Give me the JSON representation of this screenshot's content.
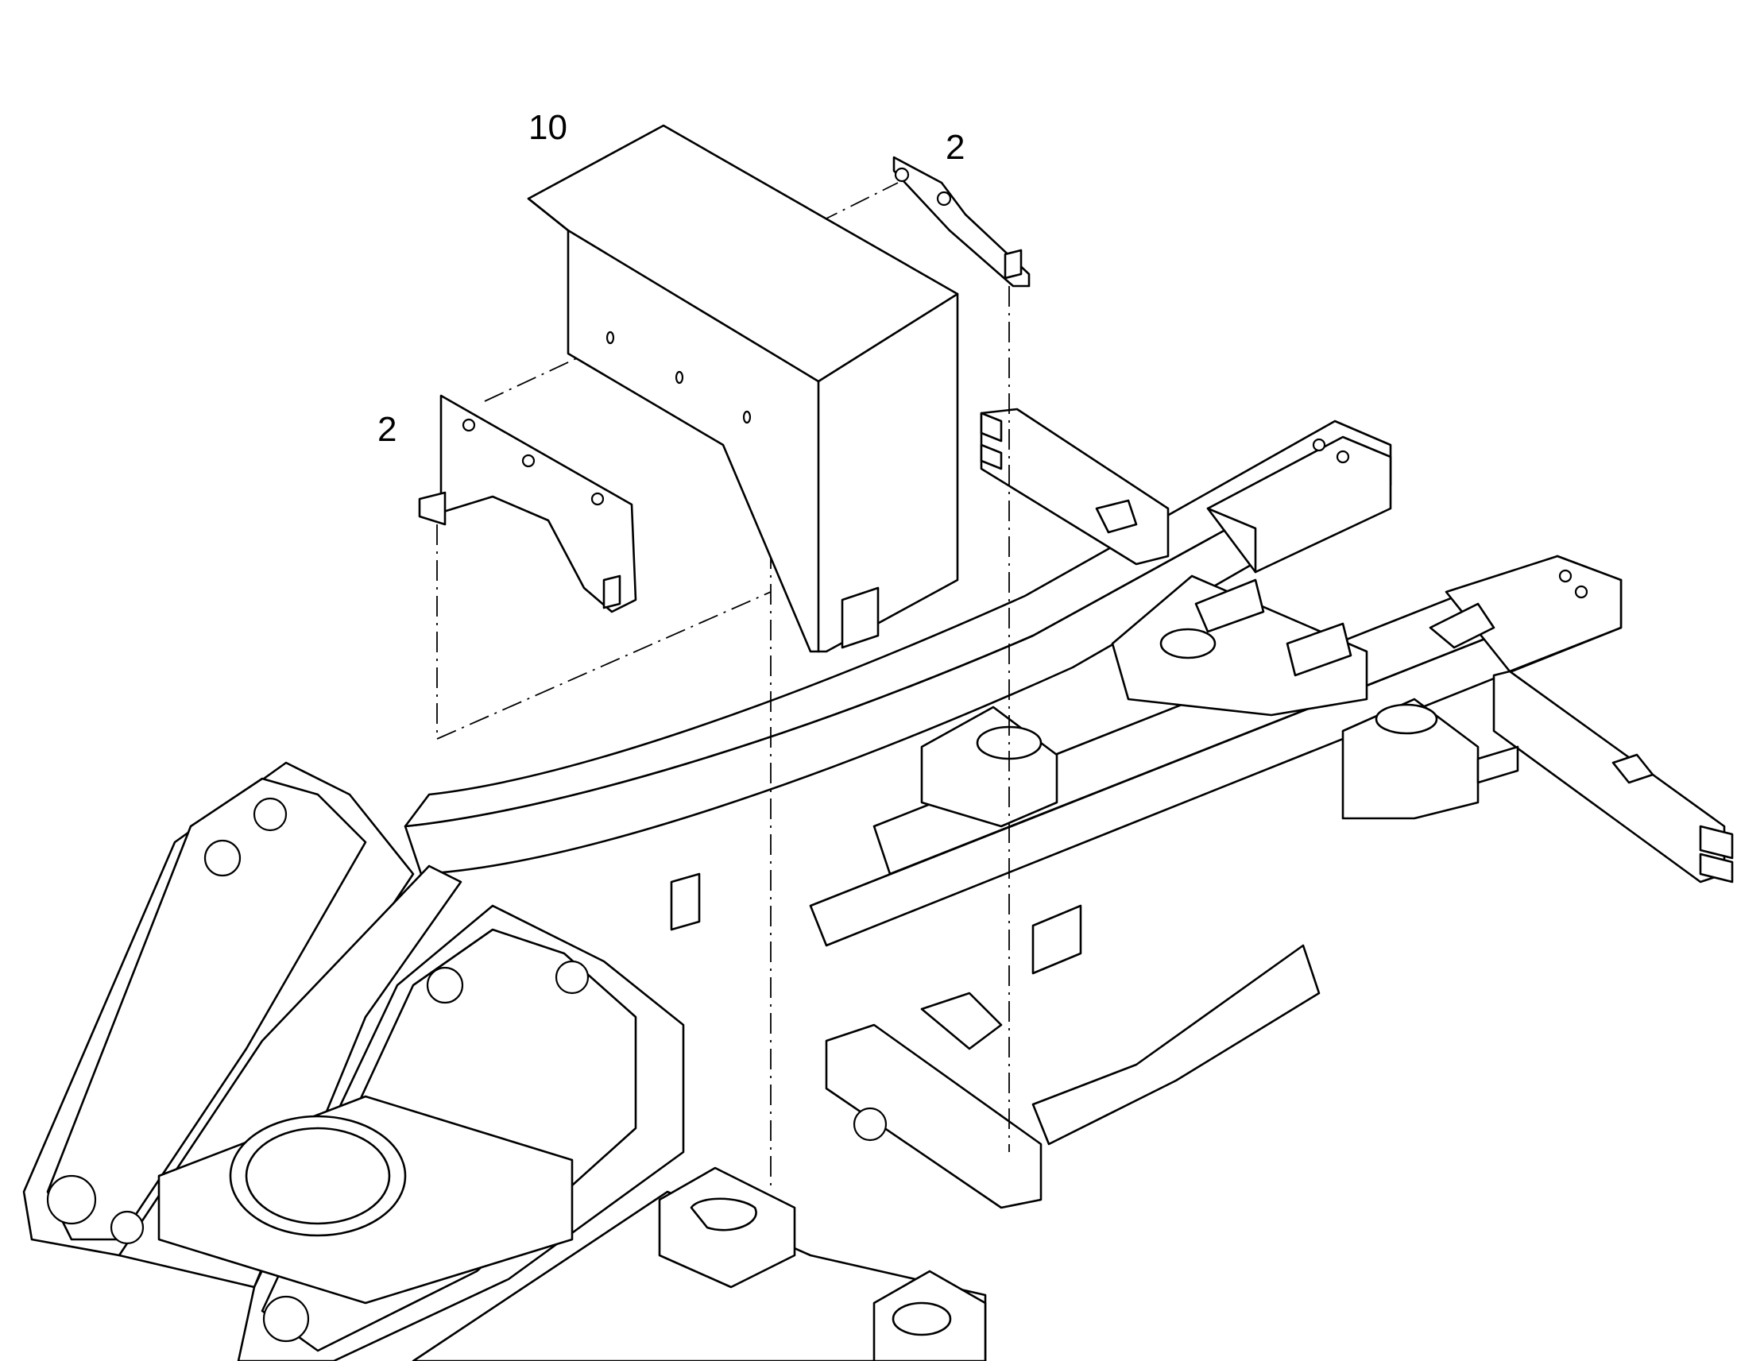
{
  "diagram": {
    "callouts": [
      {
        "id": "cover",
        "label": "10"
      },
      {
        "id": "bracket-right",
        "label": "2"
      },
      {
        "id": "bracket-left",
        "label": "2"
      }
    ],
    "line_color": "#000000",
    "background_color": "#ffffff"
  }
}
